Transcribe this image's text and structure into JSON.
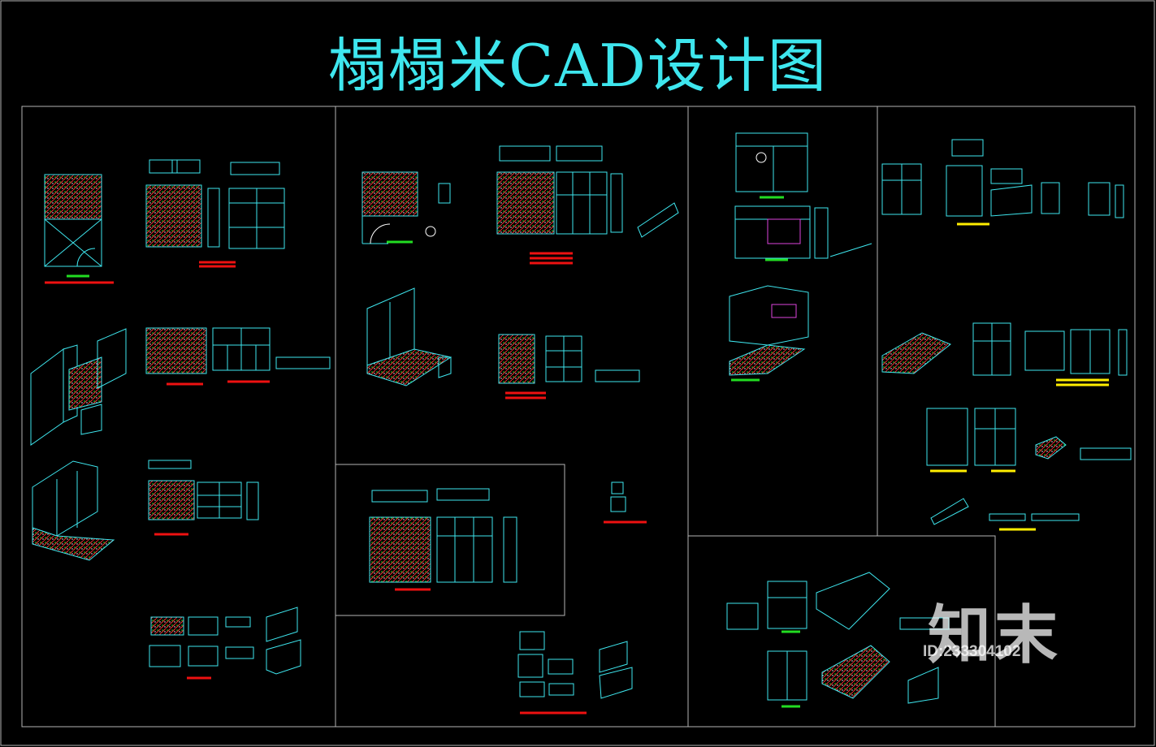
{
  "title": "榻榻米CAD设计图",
  "watermark": {
    "brand": "知末",
    "id": "ID:233304102"
  },
  "colors": {
    "background": "#000000",
    "frame": "#b4b4b4",
    "cyan": "#3ee6ee",
    "green": "#22dd22",
    "red": "#ee1111",
    "yellow": "#ffee00",
    "magenta": "#dd44dd",
    "white": "#ffffff"
  }
}
